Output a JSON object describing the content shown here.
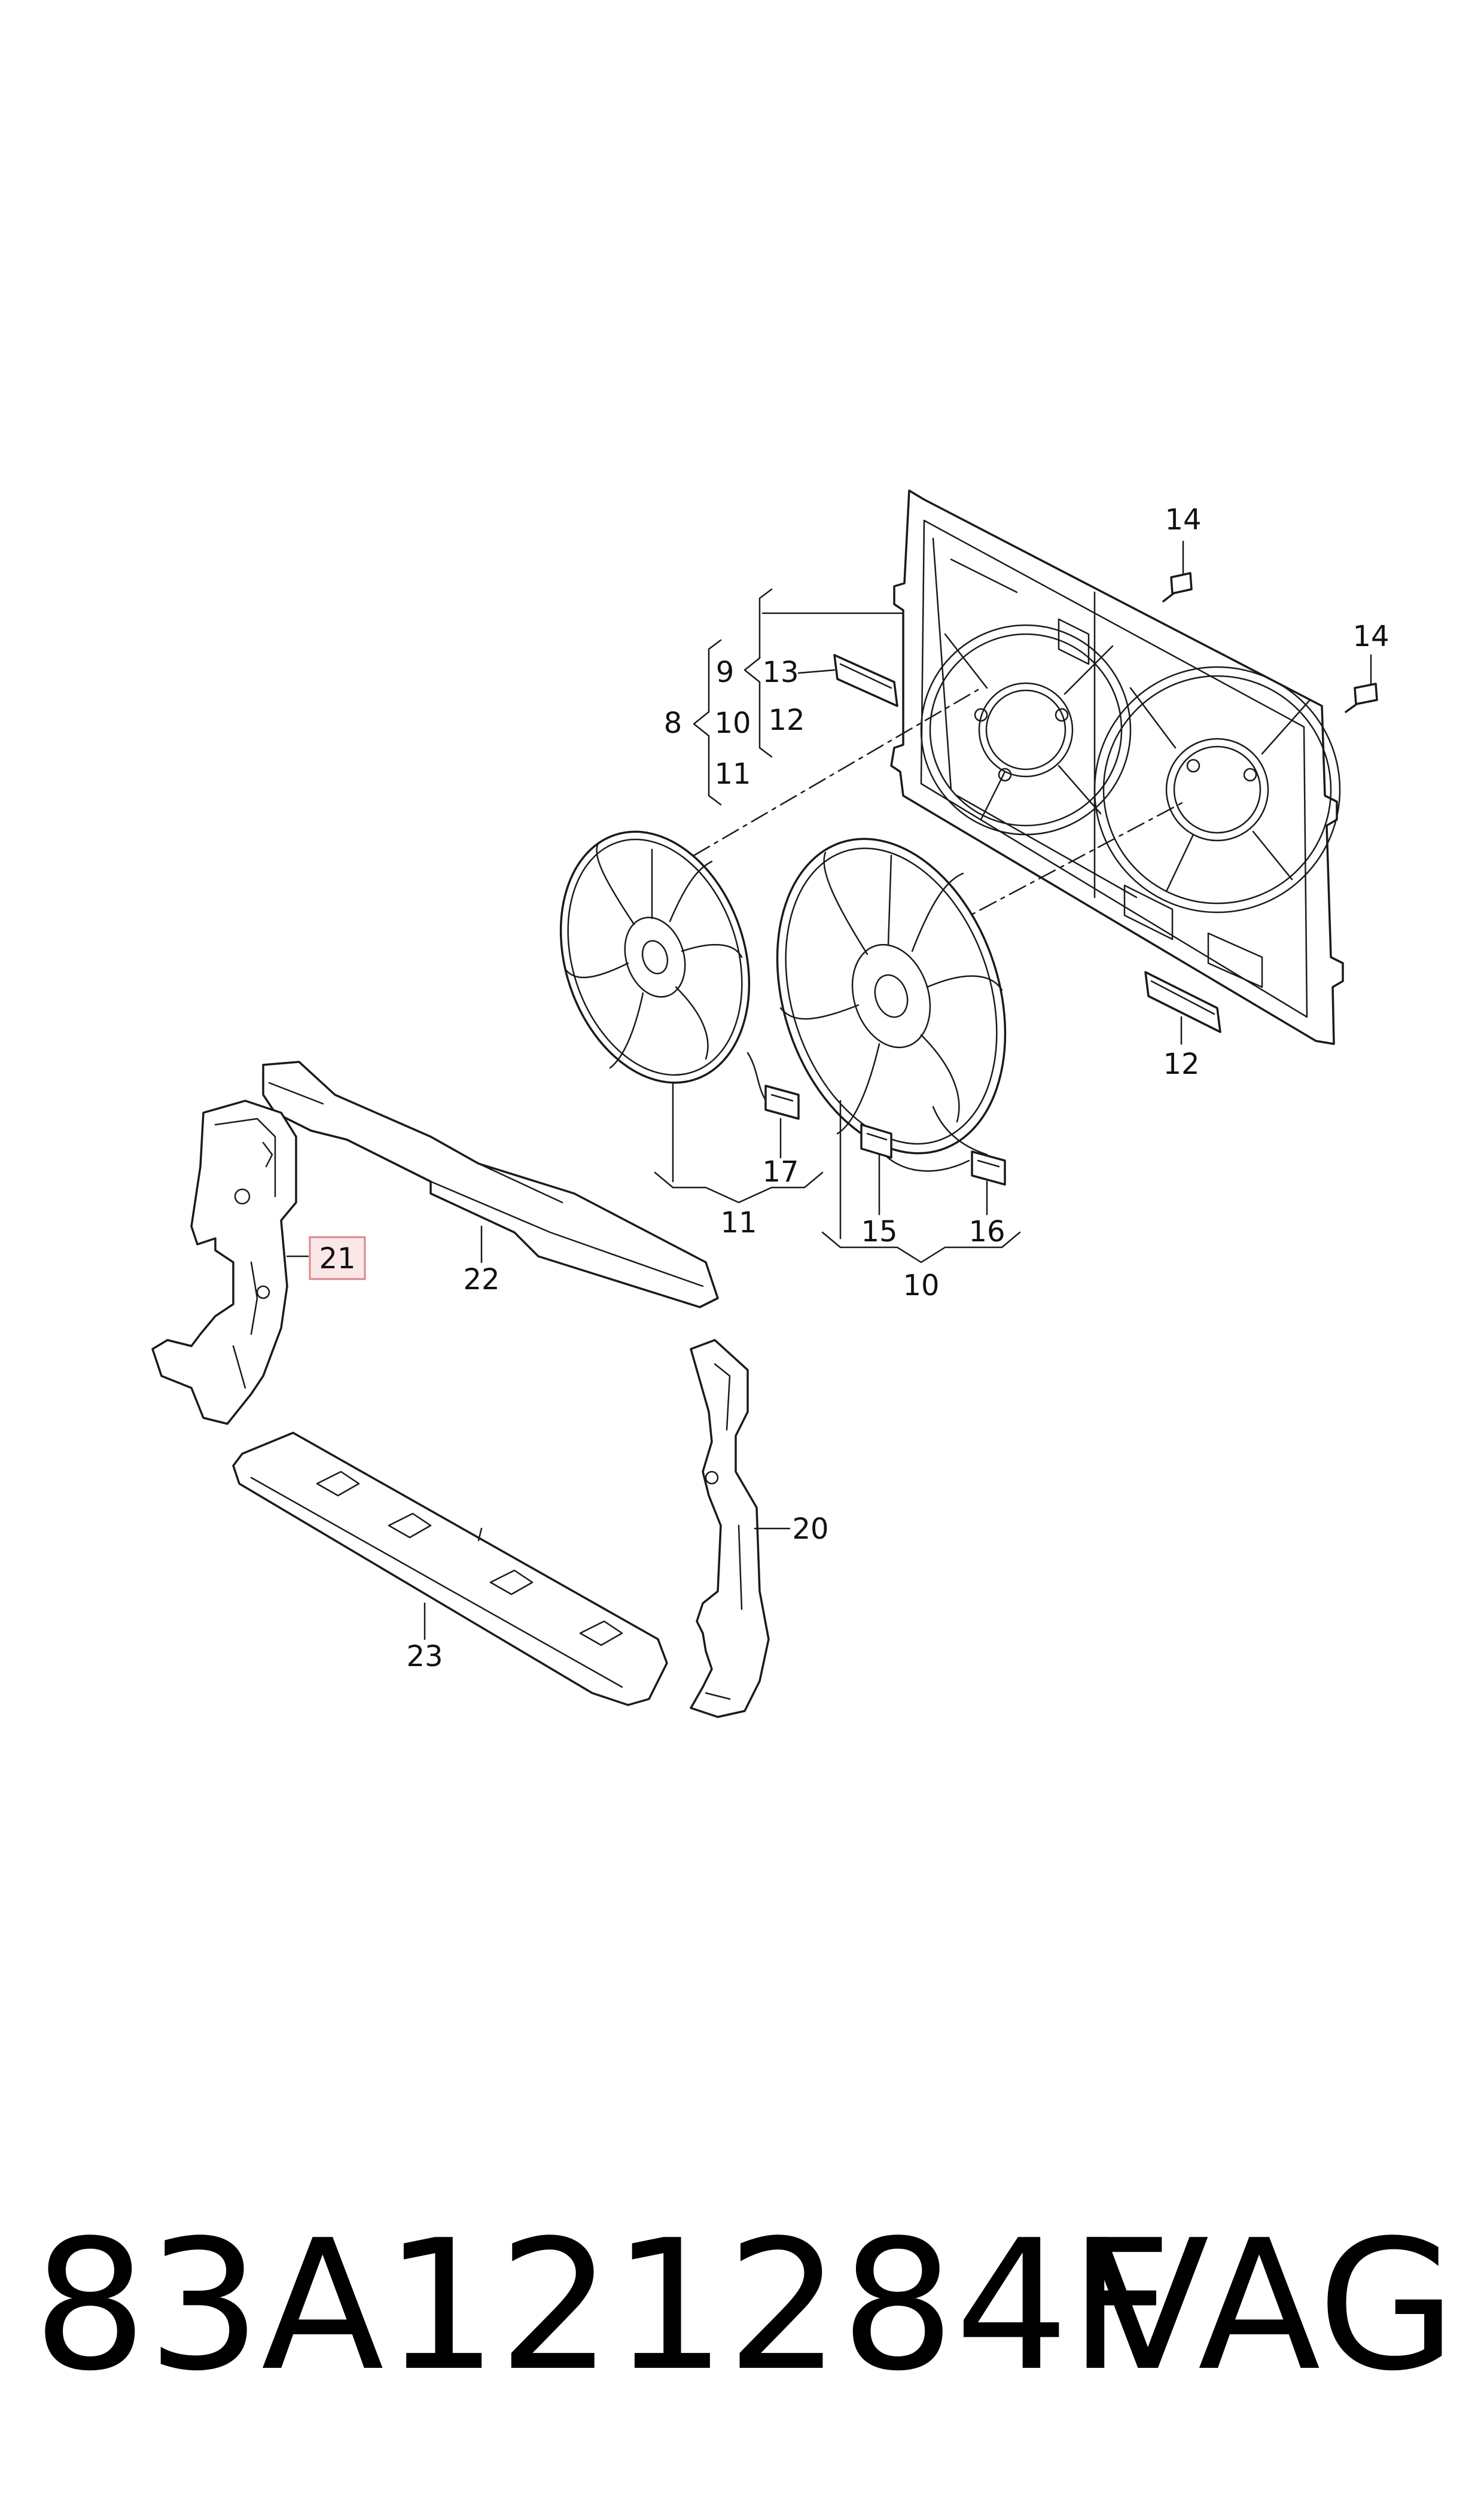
{
  "callouts": {
    "c8": "8",
    "c9": "9",
    "c10a": "10",
    "c11a": "11",
    "c12a": "12",
    "c13": "13",
    "c14a": "14",
    "c14b": "14",
    "c12b": "12",
    "c17": "17",
    "c11b": "11",
    "c15": "15",
    "c16": "16",
    "c10b": "10",
    "c21": "21",
    "c22": "22",
    "c20": "20",
    "c23": "23"
  },
  "highlight": {
    "part": "21",
    "color": "#d9878c"
  },
  "footer": {
    "part_number": "83A121284F",
    "brand": "VAG"
  }
}
